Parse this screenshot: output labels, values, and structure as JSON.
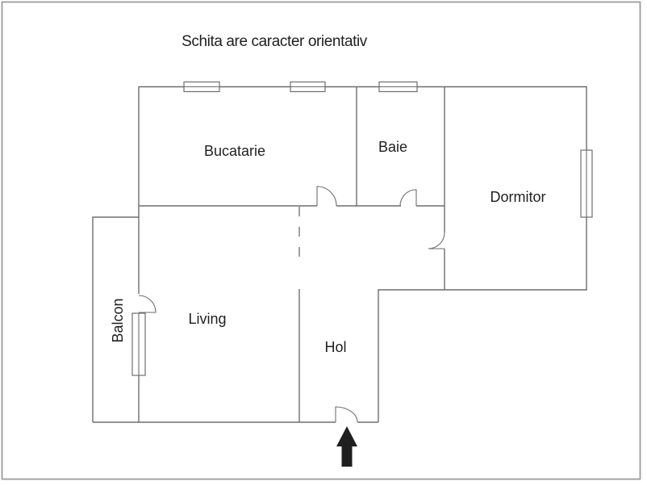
{
  "title": "Schita are caracter orientativ",
  "rooms": {
    "bucatarie": "Bucatarie",
    "baie": "Baie",
    "dormitor": "Dormitor",
    "living": "Living",
    "hol": "Hol",
    "balcon": "Balcon"
  },
  "entrance": {
    "icon": "entrance-arrow",
    "direction": "up"
  },
  "colors": {
    "wall": "#6e6e6e",
    "text": "#1f1f1f",
    "arrow": "#1f1f1f",
    "frame": "#9c9c9c",
    "background": "#ffffff"
  }
}
